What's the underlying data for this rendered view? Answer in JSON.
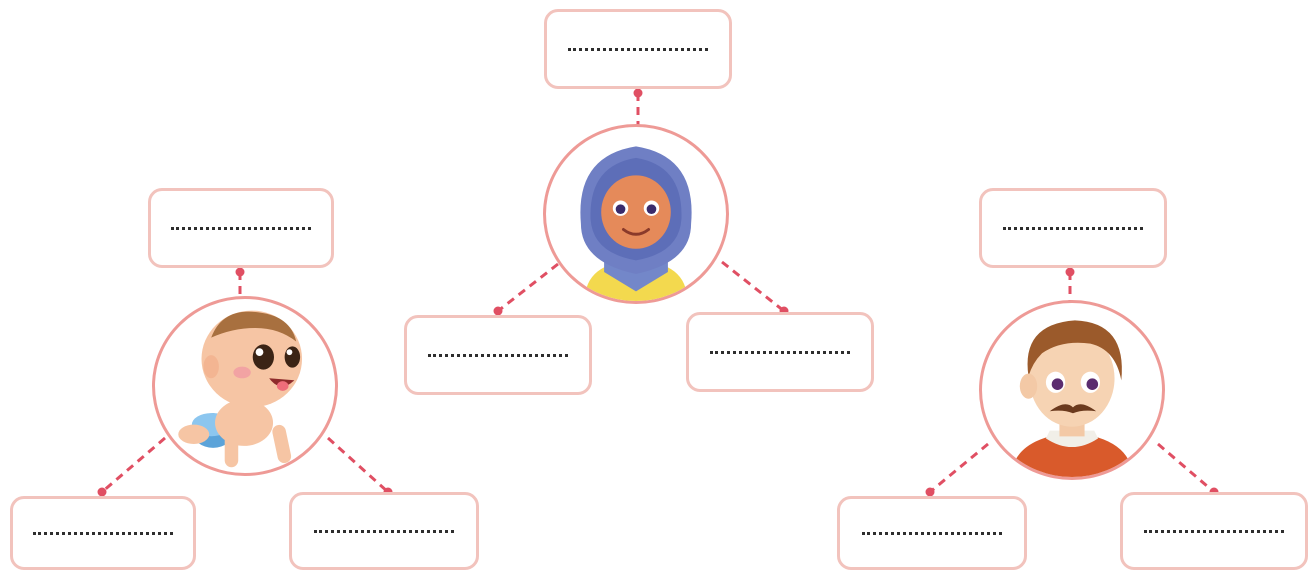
{
  "diagram": {
    "colors": {
      "connector": "#e04f63",
      "box_border": "#f2c3bd",
      "circle_border": "#ee9a96",
      "blank_line": "#2e2e2e"
    },
    "groups": [
      {
        "name": "baby",
        "portrait_icon": "crawling-baby-icon",
        "blanks": [
          "top",
          "bottom-left",
          "bottom-right"
        ]
      },
      {
        "name": "girl",
        "portrait_icon": "girl-in-hijab-icon",
        "blanks": [
          "top",
          "bottom-left",
          "bottom-right"
        ]
      },
      {
        "name": "man",
        "portrait_icon": "man-with-mustache-icon",
        "blanks": [
          "top",
          "bottom-left",
          "bottom-right"
        ]
      }
    ]
  }
}
